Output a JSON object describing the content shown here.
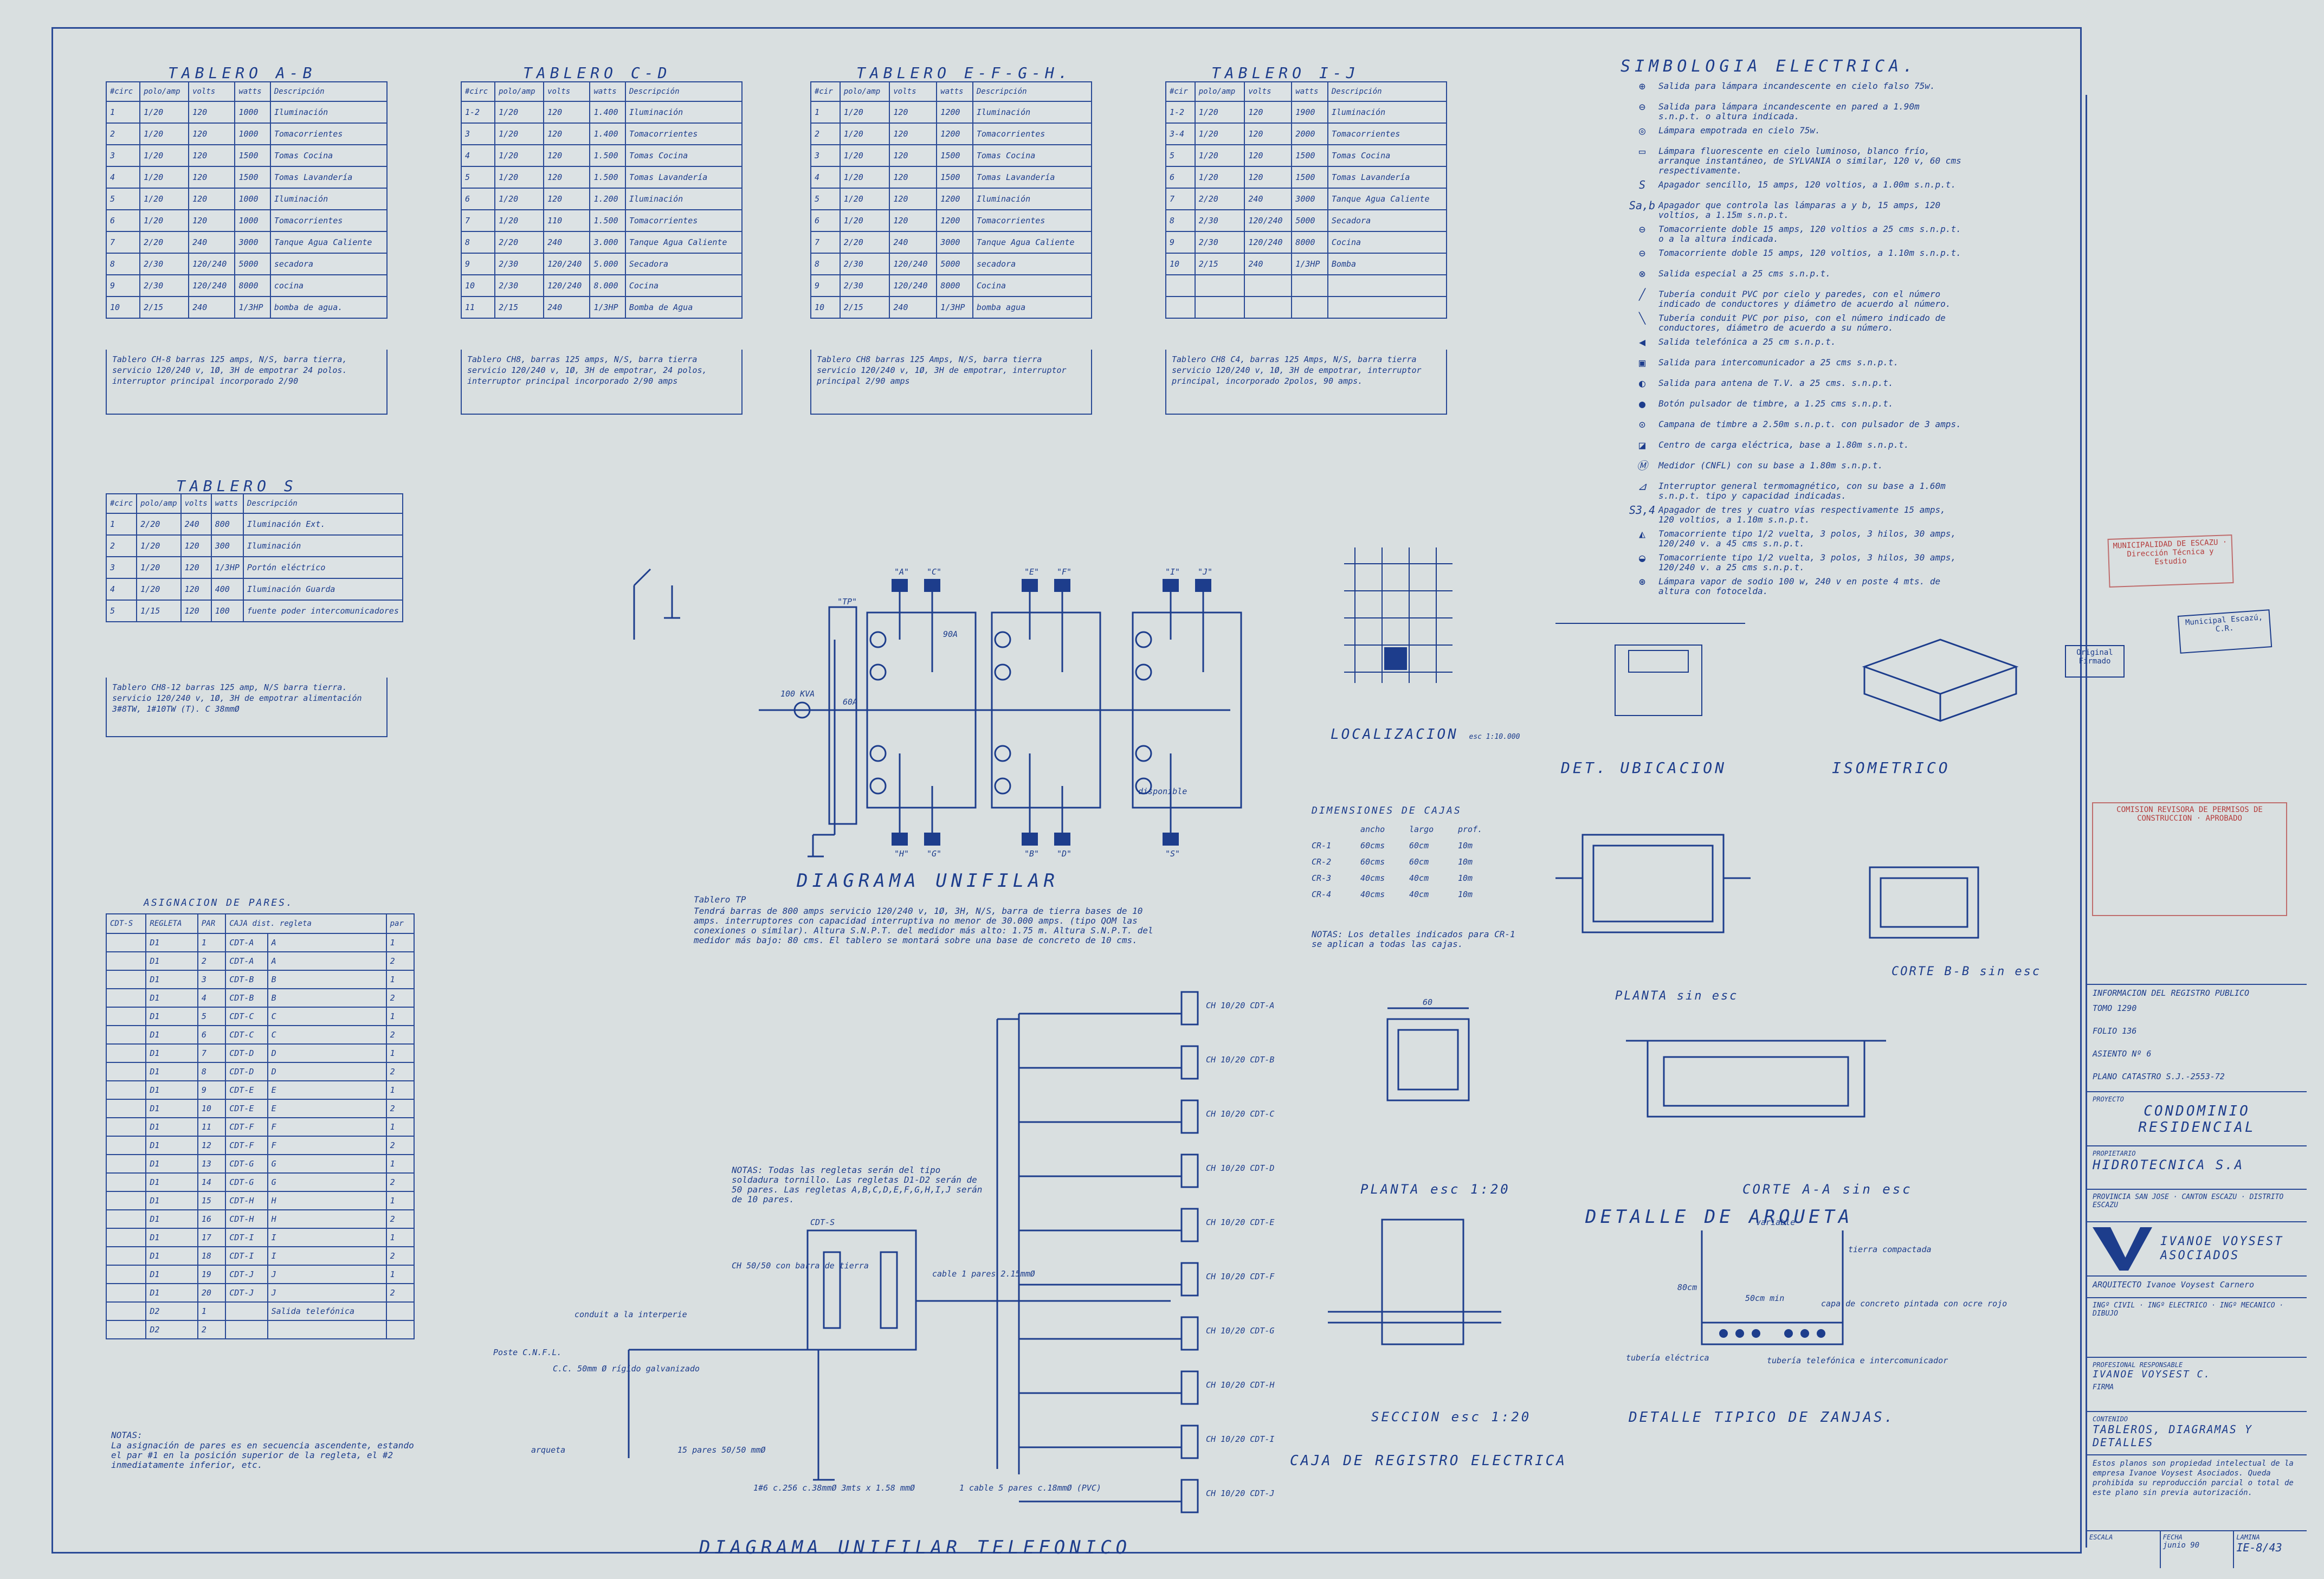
{
  "tablero_ab": {
    "title": "TABLERO A-B",
    "headers": [
      "#circ",
      "polo/amp",
      "volts",
      "watts",
      "Descripción"
    ],
    "rows": [
      [
        "1",
        "1/20",
        "120",
        "1000",
        "Iluminación"
      ],
      [
        "2",
        "1/20",
        "120",
        "1000",
        "Tomacorrientes"
      ],
      [
        "3",
        "1/20",
        "120",
        "1500",
        "Tomas Cocina"
      ],
      [
        "4",
        "1/20",
        "120",
        "1500",
        "Tomas Lavandería"
      ],
      [
        "5",
        "1/20",
        "120",
        "1000",
        "Iluminación"
      ],
      [
        "6",
        "1/20",
        "120",
        "1000",
        "Tomacorrientes"
      ],
      [
        "7",
        "2/20",
        "240",
        "3000",
        "Tanque Agua Caliente"
      ],
      [
        "8",
        "2/30",
        "120/240",
        "5000",
        "secadora"
      ],
      [
        "9",
        "2/30",
        "120/240",
        "8000",
        "cocina"
      ],
      [
        "10",
        "2/15",
        "240",
        "1/3HP",
        "bomba de agua."
      ]
    ],
    "note": "Tablero CH-8 barras 125 amps, N/S, barra tierra, servicio 120/240 v, 1Ø, 3H de empotrar 24 polos. interruptor principal incorporado 2/90"
  },
  "tablero_cd": {
    "title": "TABLERO C-D",
    "headers": [
      "#circ",
      "polo/amp",
      "volts",
      "watts",
      "Descripción"
    ],
    "rows": [
      [
        "1-2",
        "1/20",
        "120",
        "1.400",
        "Iluminación"
      ],
      [
        "3",
        "1/20",
        "120",
        "1.400",
        "Tomacorrientes"
      ],
      [
        "4",
        "1/20",
        "120",
        "1.500",
        "Tomas Cocina"
      ],
      [
        "5",
        "1/20",
        "120",
        "1.500",
        "Tomas Lavandería"
      ],
      [
        "6",
        "1/20",
        "120",
        "1.200",
        "Iluminación"
      ],
      [
        "7",
        "1/20",
        "110",
        "1.500",
        "Tomacorrientes"
      ],
      [
        "8",
        "2/20",
        "240",
        "3.000",
        "Tanque Agua Caliente"
      ],
      [
        "9",
        "2/30",
        "120/240",
        "5.000",
        "Secadora"
      ],
      [
        "10",
        "2/30",
        "120/240",
        "8.000",
        "Cocina"
      ],
      [
        "11",
        "2/15",
        "240",
        "1/3HP",
        "Bomba de Agua"
      ]
    ],
    "note": "Tablero CH8, barras 125 amps, N/S, barra tierra servicio 120/240 v, 1Ø, 3H de empotrar, 24 polos, interruptor principal incorporado 2/90 amps"
  },
  "tablero_efgh": {
    "title": "TABLERO E-F-G-H.",
    "headers": [
      "#cir",
      "polo/amp",
      "volts",
      "watts",
      "Descripción"
    ],
    "rows": [
      [
        "1",
        "1/20",
        "120",
        "1200",
        "Iluminación"
      ],
      [
        "2",
        "1/20",
        "120",
        "1200",
        "Tomacorrientes"
      ],
      [
        "3",
        "1/20",
        "120",
        "1500",
        "Tomas Cocina"
      ],
      [
        "4",
        "1/20",
        "120",
        "1500",
        "Tomas Lavandería"
      ],
      [
        "5",
        "1/20",
        "120",
        "1200",
        "Iluminación"
      ],
      [
        "6",
        "1/20",
        "120",
        "1200",
        "Tomacorrientes"
      ],
      [
        "7",
        "2/20",
        "240",
        "3000",
        "Tanque Agua Caliente"
      ],
      [
        "8",
        "2/30",
        "120/240",
        "5000",
        "secadora"
      ],
      [
        "9",
        "2/30",
        "120/240",
        "8000",
        "Cocina"
      ],
      [
        "10",
        "2/15",
        "240",
        "1/3HP",
        "bomba agua"
      ]
    ],
    "note": "Tablero CH8 barras 125 Amps, N/S, barra tierra servicio 120/240 v, 1Ø, 3H de empotrar, interruptor principal 2/90 amps"
  },
  "tablero_ij": {
    "title": "TABLERO I-J",
    "headers": [
      "#cir",
      "polo/amp",
      "volts",
      "watts",
      "Descripción"
    ],
    "rows": [
      [
        "1-2",
        "1/20",
        "120",
        "1900",
        "Iluminación"
      ],
      [
        "3-4",
        "1/20",
        "120",
        "2000",
        "Tomacorrientes"
      ],
      [
        "5",
        "1/20",
        "120",
        "1500",
        "Tomas Cocina"
      ],
      [
        "6",
        "1/20",
        "120",
        "1500",
        "Tomas Lavandería"
      ],
      [
        "7",
        "2/20",
        "240",
        "3000",
        "Tanque Agua Caliente"
      ],
      [
        "8",
        "2/30",
        "120/240",
        "5000",
        "Secadora"
      ],
      [
        "9",
        "2/30",
        "120/240",
        "8000",
        "Cocina"
      ],
      [
        "10",
        "2/15",
        "240",
        "1/3HP",
        "Bomba"
      ],
      [
        "",
        "",
        "",
        "",
        ""
      ],
      [
        "",
        "",
        "",
        "",
        ""
      ]
    ],
    "note": "Tablero CH8 C4, barras 125 Amps, N/S, barra tierra servicio 120/240 v, 1Ø, 3H de empotrar, interruptor principal, incorporado 2polos, 90 amps."
  },
  "tablero_s": {
    "title": "TABLERO S",
    "headers": [
      "#circ",
      "polo/amp",
      "volts",
      "watts",
      "Descripción"
    ],
    "rows": [
      [
        "1",
        "2/20",
        "240",
        "800",
        "Iluminación Ext."
      ],
      [
        "2",
        "1/20",
        "120",
        "300",
        "Iluminación"
      ],
      [
        "3",
        "1/20",
        "120",
        "1/3HP",
        "Portón eléctrico"
      ],
      [
        "4",
        "1/20",
        "120",
        "400",
        "Iluminación Guarda"
      ],
      [
        "5",
        "1/15",
        "120",
        "100",
        "fuente poder intercomunicadores"
      ]
    ],
    "note": "Tablero CH8-12 barras 125 amp, N/S barra tierra. servicio 120/240 v, 1Ø, 3H de empotrar alimentación 3#8TW, 1#10TW (T). C 38mmØ"
  },
  "simbologia": {
    "title": "SIMBOLOGIA ELECTRICA.",
    "items": [
      {
        "icon": "⊕",
        "text": "Salida para lámpara incandescente en cielo falso 75w."
      },
      {
        "icon": "⊖",
        "text": "Salida para lámpara incandescente en pared a 1.90m s.n.p.t. o altura indicada."
      },
      {
        "icon": "◎",
        "text": "Lámpara empotrada en cielo 75w."
      },
      {
        "icon": "▭",
        "text": "Lámpara fluorescente en cielo luminoso, blanco frío, arranque instantáneo, de SYLVANIA o similar, 120 v, 60 cms respectivamente."
      },
      {
        "icon": "S",
        "text": "Apagador sencillo, 15 amps, 120 voltios, a 1.00m s.n.p.t."
      },
      {
        "icon": "Sa,b",
        "text": "Apagador que controla las lámparas a y b, 15 amps, 120 voltios, a 1.15m s.n.p.t."
      },
      {
        "icon": "⊖",
        "text": "Tomacorriente doble 15 amps, 120 voltios a 25 cms s.n.p.t. o a la altura indicada."
      },
      {
        "icon": "⊖",
        "text": "Tomacorriente doble 15 amps, 120 voltios, a 1.10m s.n.p.t."
      },
      {
        "icon": "⊗",
        "text": "Salida especial a 25 cms s.n.p.t."
      },
      {
        "icon": "╱",
        "text": "Tubería conduit PVC por cielo y paredes, con el número indicado de conductores y diámetro de acuerdo al número."
      },
      {
        "icon": "╲",
        "text": "Tubería conduit PVC por piso, con el número indicado de conductores, diámetro de acuerdo a su número."
      },
      {
        "icon": "◀",
        "text": "Salida telefónica a 25 cm s.n.p.t."
      },
      {
        "icon": "▣",
        "text": "Salida para intercomunicador a 25 cms s.n.p.t."
      },
      {
        "icon": "◐",
        "text": "Salida para antena de T.V. a 25 cms. s.n.p.t."
      },
      {
        "icon": "●",
        "text": "Botón pulsador de timbre, a 1.25 cms s.n.p.t."
      },
      {
        "icon": "⊙",
        "text": "Campana de timbre a 2.50m s.n.p.t. con pulsador de 3 amps."
      },
      {
        "icon": "◪",
        "text": "Centro de carga eléctrica, base a 1.80m s.n.p.t."
      },
      {
        "icon": "Ⓜ",
        "text": "Medidor (CNFL) con su base a 1.80m s.n.p.t."
      },
      {
        "icon": "⊿",
        "text": "Interruptor general termomagnético, con su base a 1.60m s.n.p.t. tipo y capacidad indicadas."
      },
      {
        "icon": "S3,4",
        "text": "Apagador de tres y cuatro vías respectivamente 15 amps, 120 voltios, a 1.10m s.n.p.t."
      },
      {
        "icon": "◭",
        "text": "Tomacorriente tipo 1/2 vuelta, 3 polos, 3 hilos, 30 amps, 120/240 v. a 45 cms s.n.p.t."
      },
      {
        "icon": "◒",
        "text": "Tomacorriente tipo 1/2 vuelta, 3 polos, 3 hilos, 30 amps, 120/240 v. a 25 cms s.n.p.t."
      },
      {
        "icon": "⊛",
        "text": "Lámpara vapor de sodio 100 w, 240 v en poste 4 mts. de altura con fotocelda."
      }
    ]
  },
  "diagrama_unifilar": {
    "title": "DIAGRAMA UNIFILAR",
    "labels": [
      "\"TP\"",
      "\"A\"",
      "\"C\"",
      "\"E\"",
      "\"F\"",
      "\"I\"",
      "\"J\"",
      "\"H\"",
      "\"G\"",
      "\"B\"",
      "\"D\"",
      "\"S\"",
      "disponible",
      "100 KVA",
      "60A",
      "90A"
    ],
    "note_title": "Tablero TP",
    "note": "Tendrá barras de 800 amps servicio 120/240 v, 1Ø, 3H, N/S, barra de tierra bases de 10 amps. interruptores con capacidad interruptiva no menor de 30.000 amps. (tipo QOM las conexiones o similar). Altura S.N.P.T. del medidor más alto: 1.75 m. Altura S.N.P.T. del medidor más bajo: 80 cms. El tablero se montará sobre una base de concreto de 10 cms."
  },
  "asignacion_pares": {
    "title": "ASIGNACION DE PARES.",
    "headers": [
      "CDT-S",
      "REGLETA",
      "PAR",
      "CAJA dist. regleta",
      "par"
    ],
    "rows": [
      [
        "",
        "D1",
        "1",
        "CDT-A",
        "A",
        "1"
      ],
      [
        "",
        "D1",
        "2",
        "CDT-A",
        "A",
        "2"
      ],
      [
        "",
        "D1",
        "3",
        "CDT-B",
        "B",
        "1"
      ],
      [
        "",
        "D1",
        "4",
        "CDT-B",
        "B",
        "2"
      ],
      [
        "",
        "D1",
        "5",
        "CDT-C",
        "C",
        "1"
      ],
      [
        "",
        "D1",
        "6",
        "CDT-C",
        "C",
        "2"
      ],
      [
        "",
        "D1",
        "7",
        "CDT-D",
        "D",
        "1"
      ],
      [
        "",
        "D1",
        "8",
        "CDT-D",
        "D",
        "2"
      ],
      [
        "",
        "D1",
        "9",
        "CDT-E",
        "E",
        "1"
      ],
      [
        "",
        "D1",
        "10",
        "CDT-E",
        "E",
        "2"
      ],
      [
        "",
        "D1",
        "11",
        "CDT-F",
        "F",
        "1"
      ],
      [
        "",
        "D1",
        "12",
        "CDT-F",
        "F",
        "2"
      ],
      [
        "",
        "D1",
        "13",
        "CDT-G",
        "G",
        "1"
      ],
      [
        "",
        "D1",
        "14",
        "CDT-G",
        "G",
        "2"
      ],
      [
        "",
        "D1",
        "15",
        "CDT-H",
        "H",
        "1"
      ],
      [
        "",
        "D1",
        "16",
        "CDT-H",
        "H",
        "2"
      ],
      [
        "",
        "D1",
        "17",
        "CDT-I",
        "I",
        "1"
      ],
      [
        "",
        "D1",
        "18",
        "CDT-I",
        "I",
        "2"
      ],
      [
        "",
        "D1",
        "19",
        "CDT-J",
        "J",
        "1"
      ],
      [
        "",
        "D1",
        "20",
        "CDT-J",
        "J",
        "2"
      ],
      [
        "",
        "D2",
        "1",
        "",
        "Salida telefónica",
        ""
      ],
      [
        "",
        "D2",
        "2",
        "",
        "",
        ""
      ]
    ],
    "notas_title": "NOTAS:",
    "notas": "La asignación de pares es en secuencia ascendente, estando el par #1 en la posición superior de la regleta, el #2 inmediatamente inferior, etc."
  },
  "telefonico": {
    "title": "DIAGRAMA UNIFILAR TELEFONICO",
    "cajas": [
      "CH 10/20 CDT-A",
      "CH 10/20 CDT-B",
      "CH 10/20 CDT-C",
      "CH 10/20 CDT-D",
      "CH 10/20 CDT-E",
      "CH 10/20 CDT-F",
      "CH 10/20 CDT-G",
      "CH 10/20 CDT-H",
      "CH 10/20 CDT-I",
      "CH 10/20 CDT-J"
    ],
    "notas": "NOTAS: Todas las regletas serán del tipo soldadura tornillo. Las regletas D1-D2 serán de 50 pares. Las regletas A,B,C,D,E,F,G,H,I,J serán de 10 pares.",
    "labels": [
      "CDT-S",
      "CH 50/50 con barra de tierra",
      "cable 1 pares 2.15mmØ",
      "conduit a la interperie",
      "Poste C.N.F.L.",
      "C.C. 50mm Ø rígido galvanizado",
      "arqueta",
      "15 pares 50/50 mmØ",
      "1#6 c.256 c.38mmØ 3mts x 1.58 mmØ",
      "1 cable 5 pares c.18mmØ (PVC)"
    ]
  },
  "localizacion": {
    "title": "LOCALIZACION",
    "scale": "esc 1:10.000"
  },
  "det_ubicacion": {
    "title": "DET. UBICACION"
  },
  "isometrico": {
    "title": "ISOMETRICO"
  },
  "dimensiones": {
    "title": "DIMENSIONES DE CAJAS",
    "headers": [
      "",
      "ancho",
      "largo",
      "prof."
    ],
    "rows": [
      [
        "CR-1",
        "60cms",
        "60cm",
        "10m"
      ],
      [
        "CR-2",
        "60cms",
        "60cm",
        "10m"
      ],
      [
        "CR-3",
        "40cms",
        "40cm",
        "10m"
      ],
      [
        "CR-4",
        "40cms",
        "40cm",
        "10m"
      ]
    ],
    "notas": "NOTAS: Los detalles indicados para CR-1 se aplican a todas las cajas."
  },
  "caja_registro": {
    "title": "CAJA DE REGISTRO ELECTRICA",
    "planta": "PLANTA esc 1:20",
    "seccion": "SECCION esc 1:20",
    "dim": "60"
  },
  "arqueta": {
    "title": "DETALLE DE ARQUETA",
    "planta": "PLANTA sin esc",
    "corte_aa": "CORTE A-A sin esc",
    "corte_bb": "CORTE B-B sin esc"
  },
  "zanjas": {
    "title": "DETALLE TIPICO DE ZANJAS.",
    "labels": [
      "variable",
      "tierra compactada",
      "50cm min",
      "80cm",
      "capa de concreto pintada con ocre rojo",
      "tubería eléctrica",
      "tubería telefónica e intercomunicador"
    ]
  },
  "title_block": {
    "registro_title": "INFORMACION DEL REGISTRO PUBLICO",
    "tomo": "TOMO 1290",
    "folio": "FOLIO 136",
    "asiento": "ASIENTO Nº 6",
    "plano": "PLANO CATASTRO S.J.-2553-72",
    "proyecto_label": "PROYECTO",
    "proyecto": "CONDOMINIO RESIDENCIAL",
    "propietario_label": "PROPIETARIO",
    "propietario": "HIDROTECNICA S.A",
    "ubicacion": "PROVINCIA SAN JOSE · CANTON ESCAZU · DISTRITO ESCAZU",
    "firm": "IVANOE VOYSEST ASOCIADOS",
    "arquitecto": "ARQUITECTO Ivanoe Voysest Carnero",
    "ingenieros": "INGº CIVIL · INGº ELECTRICO · INGº MECANICO · DIBUJO",
    "responsable_label": "PROFESIONAL RESPONSABLE",
    "responsable": "IVANOE VOYSEST C.",
    "firma": "FIRMA",
    "contenido_label": "CONTENIDO",
    "contenido": "TABLEROS, DIAGRAMAS Y DETALLES",
    "legal": "Estos planos son propiedad intelectual de la empresa Ivanoe Voysest Asociados. Queda prohibida su reproducción parcial o total de este plano sin previa autorización.",
    "escala_label": "ESCALA",
    "fecha_label": "FECHA",
    "lamina_label": "LAMINA",
    "fecha": "junio 90",
    "lamina": "IE-8/43"
  },
  "stamps": [
    "MUNICIPALIDAD DE ESCAZU · Dirección Técnica y Estudio",
    "Original Firmado",
    "Municipal Escazú, C.R.",
    "COMISION REVISORA DE PERMISOS DE CONSTRUCCION · APROBADO"
  ],
  "colors": {
    "ink": "#1d3d8c",
    "paper": "#d9dfe0",
    "stamp": "#b43c3c"
  }
}
